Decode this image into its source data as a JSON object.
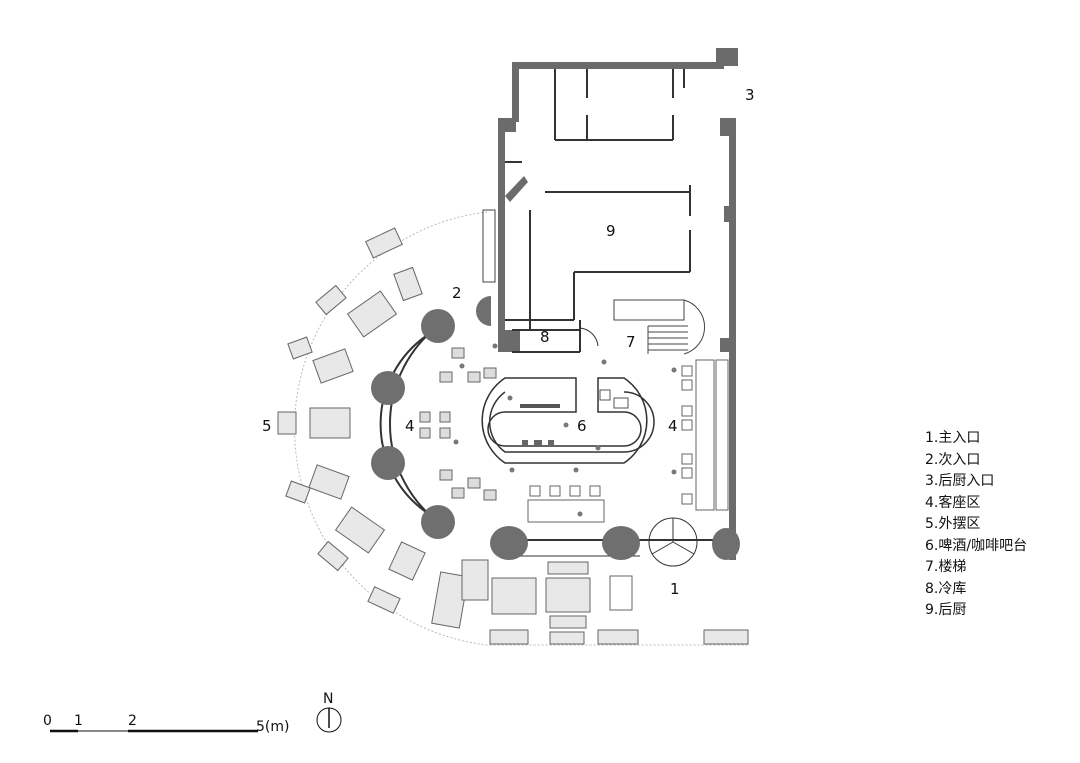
{
  "labels": {
    "l1": "1",
    "l2": "2",
    "l3": "3",
    "l4a": "4",
    "l4b": "4",
    "l5": "5",
    "l6": "6",
    "l7": "7",
    "l8": "8",
    "l9": "9"
  },
  "legend": [
    "1.主入口",
    "2.次入口",
    "3.后厨入口",
    "4.客座区",
    "5.外摆区",
    "6.啤酒/咖啡吧台",
    "7.楼梯",
    "8.冷库",
    "9.后厨"
  ],
  "scale": {
    "t0": "0",
    "t1": "1",
    "t2": "2",
    "t5": "5(m)"
  },
  "north": "N",
  "colors": {
    "wall": "#6b6b6b",
    "column": "#6f6f6f",
    "line": "#444444",
    "furniture": "#888888"
  }
}
